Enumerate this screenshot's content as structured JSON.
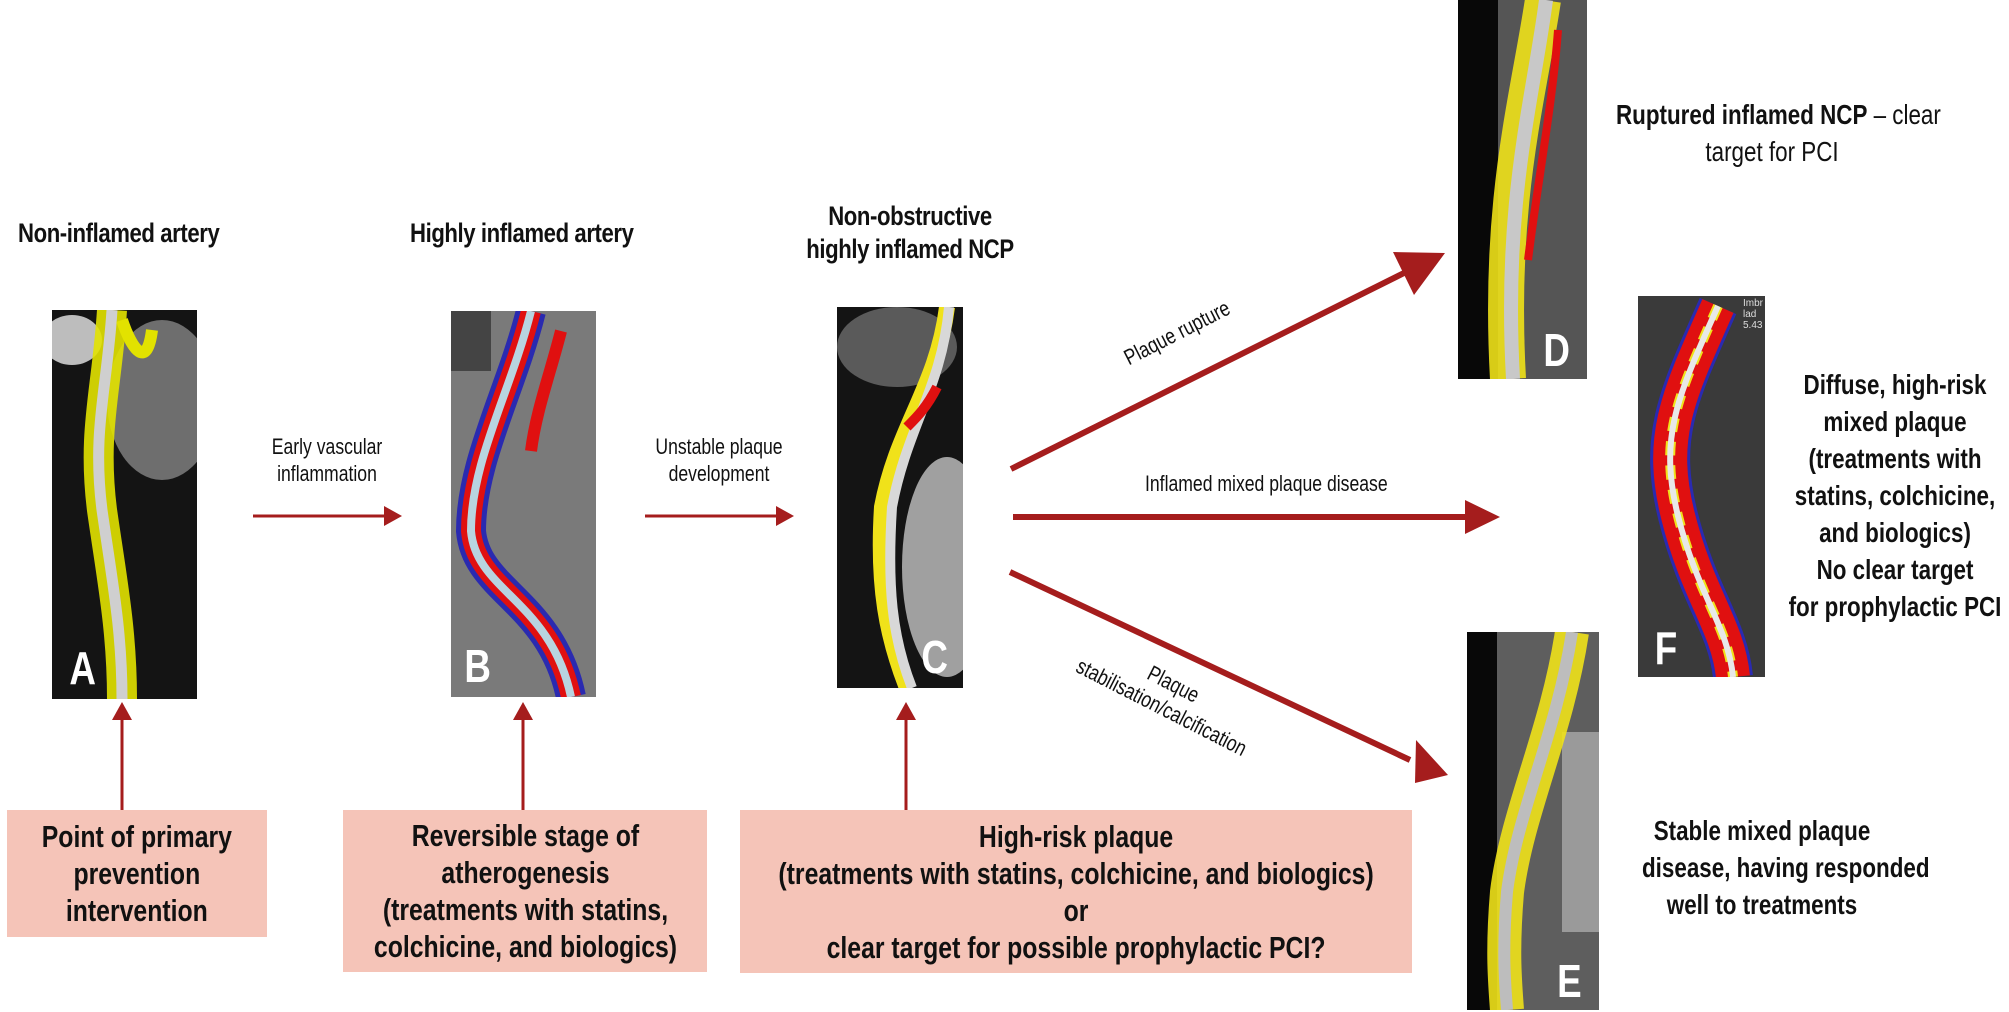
{
  "colors": {
    "arrow": "#a51d1d",
    "box_fill": "#f5c4b8",
    "text": "#111111",
    "plaque_yellow": "#f0e21a",
    "plaque_red": "#e01010",
    "plaque_blue": "#2a2ab0"
  },
  "stages": [
    {
      "id": "A",
      "title": "Non-inflamed artery",
      "letter": "A",
      "style": "yellow"
    },
    {
      "id": "B",
      "title": "Highly inflamed artery",
      "letter": "B",
      "style": "red"
    },
    {
      "id": "C",
      "title_lines": [
        "Non-obstructive",
        "highly inflamed NCP"
      ],
      "letter": "C",
      "style": "mixed"
    },
    {
      "id": "D",
      "letter": "D",
      "caption_bold": "Ruptured inflamed NCP",
      "caption_light": " – clear",
      "caption_line2": "target for PCI",
      "style": "mixed"
    },
    {
      "id": "E",
      "letter": "E",
      "caption_lines": [
        "Stable mixed plaque",
        "disease, having responded",
        "well to treatments"
      ],
      "style": "yellow"
    },
    {
      "id": "F",
      "letter": "F",
      "caption_lines": [
        "Diffuse, high-risk",
        "mixed plaque",
        "(treatments with",
        "statins, colchicine,",
        "and biologics)",
        "No clear target",
        "for prophylactic PCI"
      ],
      "style": "red"
    }
  ],
  "transitions": [
    {
      "from": "A",
      "to": "B",
      "label_lines": [
        "Early vascular",
        "inflammation"
      ]
    },
    {
      "from": "B",
      "to": "C",
      "label_lines": [
        "Unstable plaque",
        "development"
      ]
    },
    {
      "from": "C",
      "to": "D",
      "label": "Plaque rupture"
    },
    {
      "from": "C",
      "to": "F",
      "label": "Inflamed mixed plaque disease"
    },
    {
      "from": "C",
      "to": "E",
      "label_lines": [
        "Plaque",
        "stabilisation/calcification"
      ]
    }
  ],
  "boxes": [
    {
      "target": "A",
      "lines": [
        "Point of primary",
        "prevention",
        "intervention"
      ]
    },
    {
      "target": "B",
      "lines": [
        "Reversible stage of",
        "atherogenesis",
        "(treatments with statins,",
        "colchicine, and biologics)"
      ]
    },
    {
      "target": "C",
      "lines": [
        "High-risk plaque",
        "(treatments with statins, colchicine, and biologics)",
        "or",
        "clear target for possible prophylactic PCI?"
      ]
    }
  ],
  "image_overlay_text": {
    "F": [
      "Imbr",
      "lad",
      "5.43"
    ]
  }
}
